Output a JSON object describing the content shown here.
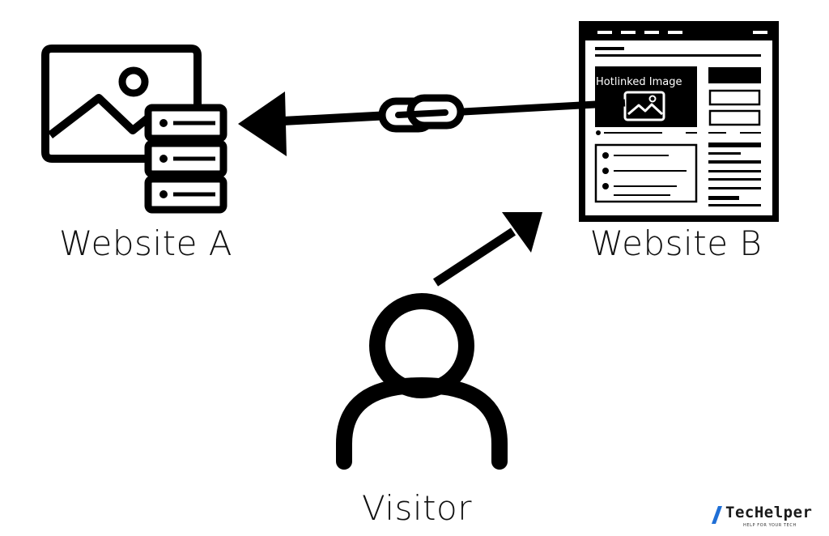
{
  "nodes": {
    "website_a": {
      "label": "Website A"
    },
    "website_b": {
      "label": "Website B"
    },
    "visitor": {
      "label": "Visitor"
    }
  },
  "hotlink": {
    "label": "Hotlinked Image"
  },
  "logo": {
    "name": "TecHelper",
    "tagline": "HELP FOR YOUR TECH",
    "accent": "#1f6fd6"
  },
  "colors": {
    "ink": "#000000",
    "background": "#ffffff"
  },
  "icons": [
    "picture-server-icon",
    "webpage-icon",
    "link-icon",
    "person-icon",
    "arrow-left-icon",
    "arrow-diagonal-icon"
  ]
}
